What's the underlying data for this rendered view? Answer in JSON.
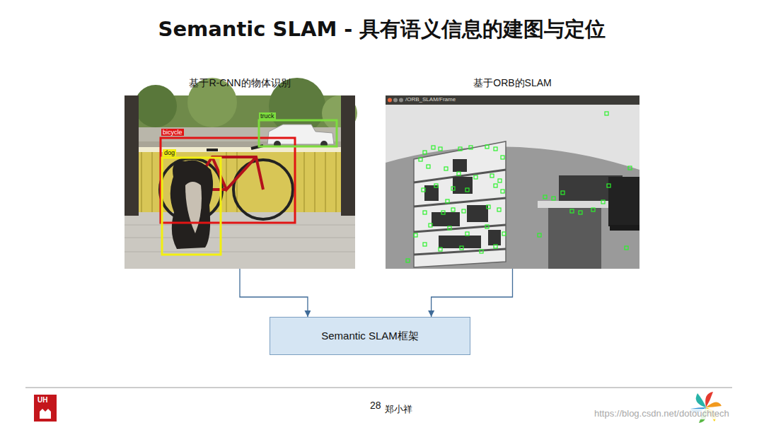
{
  "diagram": {
    "title": "Semantic SLAM - 具有语义信息的建图与定位",
    "nodes": [
      {
        "text": [
          "基于R-CNN的物体识别"
        ]
      },
      {
        "text": [
          "基于ORB的SLAM"
        ]
      },
      {
        "text": [
          "Semantic SLAM框架"
        ]
      }
    ],
    "edges": [
      {
        "from": 0,
        "to": 2,
        "arrow": "to"
      },
      {
        "from": 1,
        "to": 2,
        "arrow": "to"
      }
    ],
    "labels": [
      "bicycle",
      "dog",
      "truck",
      "/ORB_SLAM/Frame",
      "28",
      "郑小祥",
      "UH",
      "https://blog.csdn.net/dotouchtech"
    ]
  }
}
